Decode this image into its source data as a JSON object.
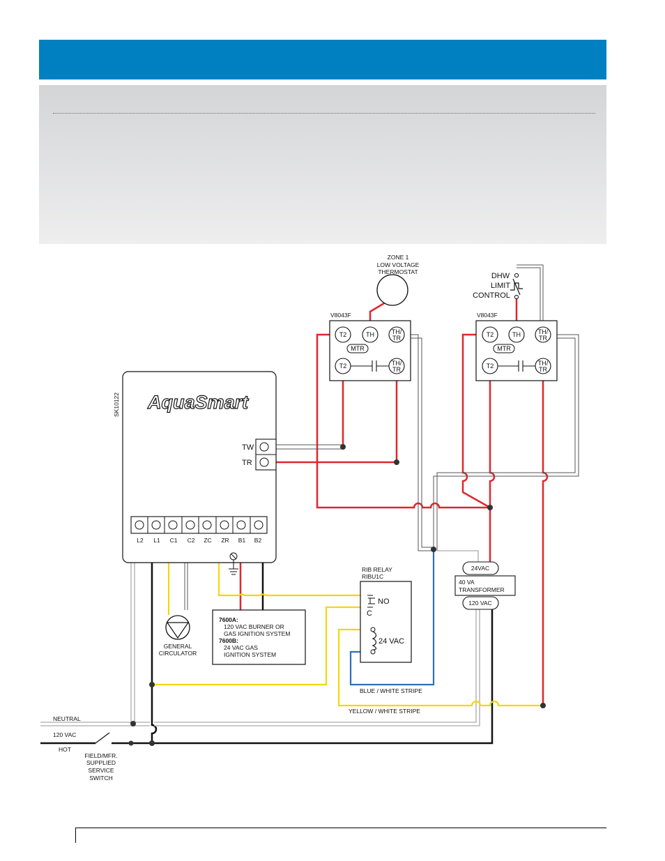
{
  "labels": {
    "thermostat": [
      "ZONE 1",
      "LOW VOLTAGE",
      "THERMOSTAT"
    ],
    "dhw": [
      "DHW",
      "LIMIT",
      "CONTROL"
    ],
    "valve1": "V8043F",
    "valve2": "V8043F",
    "sk": "SK10122",
    "brand": "AquaSmart",
    "tw": "TW",
    "tr": "TR",
    "terminals": [
      "L2",
      "L1",
      "C1",
      "C2",
      "ZC",
      "ZR",
      "B1",
      "B2"
    ],
    "valve_terms": {
      "t2": "T2",
      "th": "TH",
      "thtr_a": "TH/",
      "thtr_b": "TR",
      "mtr": "MTR"
    },
    "relay": [
      "RIB RELAY",
      "RIBU1C"
    ],
    "relay_no": "NO",
    "relay_c": "C",
    "relay_24": "24 VAC",
    "transformer": {
      "top": "24VAC",
      "mid1": "40 VA",
      "mid2": "TRANSFORMER",
      "bottom": "120 VAC"
    },
    "burner": [
      "7600A:",
      "120 VAC BURNER OR",
      "GAS IGNITION SYSTEM",
      "7600B:",
      "24 VAC GAS",
      "IGNITION SYSTEM"
    ],
    "circulator": [
      "GENERAL",
      "CIRCULATOR"
    ],
    "blue_wire": "BLUE / WHITE STRIPE",
    "yellow_wire": "YELLOW / WHITE STRIPE",
    "neutral": "NEUTRAL",
    "vac": "120 VAC",
    "hot": "HOT",
    "switch": [
      "FIELD/MFR.",
      "SUPPLIED",
      "SERVICE",
      "SWITCH"
    ]
  },
  "colors": {
    "header": "#0080c0",
    "red": "#e0262d",
    "yellow": "#f5d60e",
    "blue": "#2d6fb8",
    "black": "#111111",
    "gray": "#bbbbbb"
  }
}
